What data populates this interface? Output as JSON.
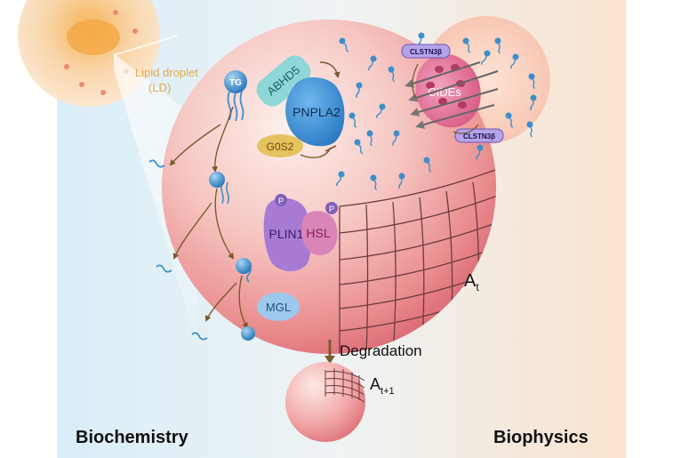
{
  "labels": {
    "lipid_droplet_line1": "Lipid droplet",
    "lipid_droplet_line2": "(LD)",
    "tg": "TG",
    "abhd5": "ABHD5",
    "pnpla2": "PNPLA2",
    "g0s2": "G0S2",
    "plin1": "PLIN1",
    "hsl": "HSL",
    "p": "P",
    "mgl": "MGL",
    "cstn3b": "CLSTN3β",
    "cides": "CIDEs",
    "at_base": "A",
    "at_sub": "t",
    "degradation": "Degradation",
    "at1_base": "A",
    "at1_sub": "t+1",
    "biochemistry": "Biochemistry",
    "biophysics": "Biophysics"
  },
  "colors": {
    "bg_left": "#dceff8",
    "bg_right": "#fae5d2",
    "droplet_light": "#fbe3dc",
    "droplet_mid": "#f0a6a3",
    "droplet_dark": "#dc6b73",
    "lipid_blue": "#3d8fcc",
    "arrow_brown": "#7d5a2e",
    "ld_label": "#e2a94a",
    "plin1": "#a77bd4",
    "hsl": "#d985b9",
    "cides": "#e06a95"
  },
  "icons": {
    "fatty_acid": "wavy-fatty-acid-icon",
    "glycerol": "glycerol-ball-icon",
    "phospholipid": "phospholipid-icon"
  }
}
